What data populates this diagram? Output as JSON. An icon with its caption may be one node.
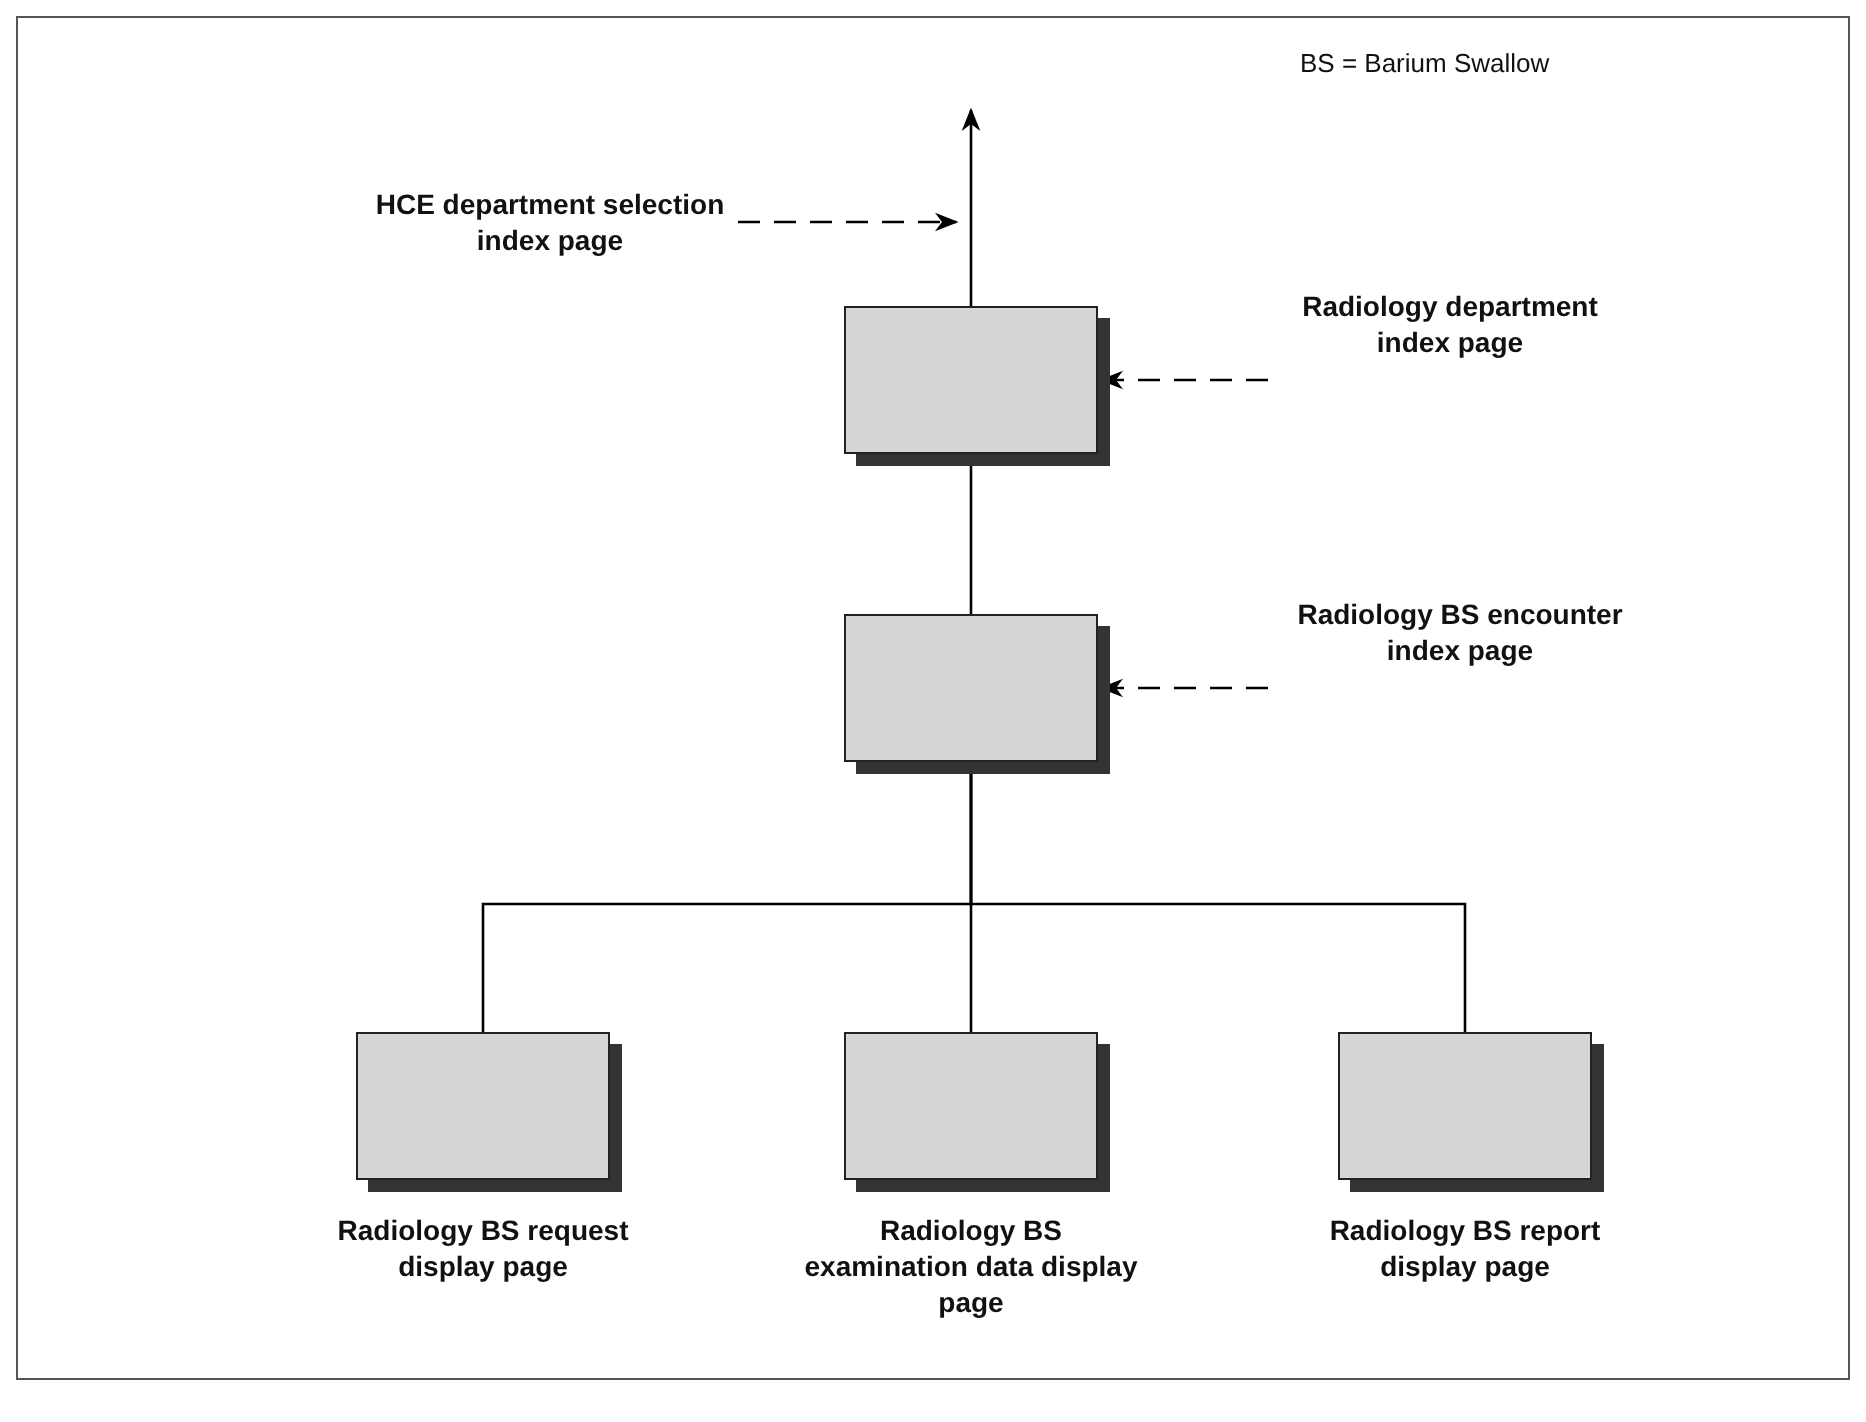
{
  "diagram": {
    "nodes": [
      {
        "text": [],
        "shape": "box"
      },
      {
        "text": [],
        "shape": "box"
      },
      {
        "text": [],
        "shape": "box",
        "beside": [
          "Radiology BS request display page"
        ]
      },
      {
        "text": [],
        "shape": "box",
        "beside": [
          "Radiology BS examination data display page"
        ]
      },
      {
        "text": [],
        "shape": "box",
        "beside": [
          "Radiology BS report display page"
        ]
      },
      {
        "text": [
          "HCE department selection index page"
        ]
      },
      {
        "text": [
          "Radiology department index page"
        ]
      },
      {
        "text": [
          "Radiology BS encounter index page"
        ]
      }
    ],
    "edges": [
      {
        "from": 0,
        "to": null,
        "arrow": "to"
      },
      {
        "from": 0,
        "to": 1,
        "arrow": "none"
      },
      {
        "from": 1,
        "to": 2,
        "arrow": "none"
      },
      {
        "from": 1,
        "to": 3,
        "arrow": "none"
      },
      {
        "from": 1,
        "to": 4,
        "arrow": "none"
      },
      {
        "from": 5,
        "to": null,
        "arrow": "to",
        "style": "dashed"
      },
      {
        "from": 6,
        "to": 0,
        "arrow": "to",
        "style": "dashed"
      },
      {
        "from": 7,
        "to": 1,
        "arrow": "to",
        "style": "dashed"
      }
    ],
    "labels": [
      "BS = Barium Swallow"
    ]
  }
}
